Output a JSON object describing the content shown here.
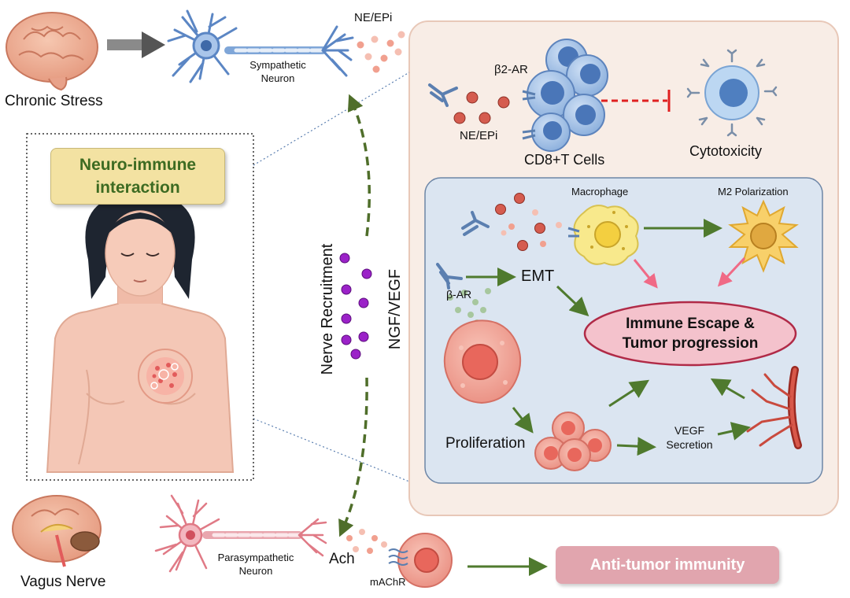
{
  "labels": {
    "chronic_stress": "Chronic Stress",
    "sympathetic_neuron": "Sympathetic\nNeuron",
    "ne_epi_top": "NE/EPi",
    "neuro_immune": "Neuro-immune\ninteraction",
    "nerve_recruitment": "Nerve Recruitment",
    "ngf_vegf": "NGF/VEGF",
    "beta2_ar": "β2-AR",
    "ne_epi_panel": "NE/EPi",
    "cd8_t_cells": "CD8+T Cells",
    "cytotoxicity": "Cytotoxicity",
    "macrophage": "Macrophage",
    "m2_polarization": "M2 Polarization",
    "beta_ar": "β-AR",
    "emt": "EMT",
    "immune_escape": "Immune Escape &\nTumor progression",
    "proliferation": "Proliferation",
    "vegf_secretion": "VEGF\nSecretion",
    "vagus_nerve": "Vagus Nerve",
    "parasympathetic_neuron": "Parasympathetic\nNeuron",
    "ach": "Ach",
    "machr": "mAChR",
    "anti_tumor_immunity": "Anti-tumor immunity"
  },
  "colors": {
    "outer_panel_fill": "#f8ede6",
    "outer_panel_stroke": "#e8c8b8",
    "inner_panel_fill": "#dbe5f1",
    "inner_panel_stroke": "#6d86a6",
    "arrow_green": "#4f7a2e",
    "dashed_green": "#4f6e2a",
    "pink_arrow": "#f06a86",
    "inhibit_red": "#e02020",
    "t_cell": "#5d84bd",
    "tumor_cell": "#e98c80",
    "ngf_dot": "#9b22c8",
    "macrophage": "#f5e278"
  }
}
